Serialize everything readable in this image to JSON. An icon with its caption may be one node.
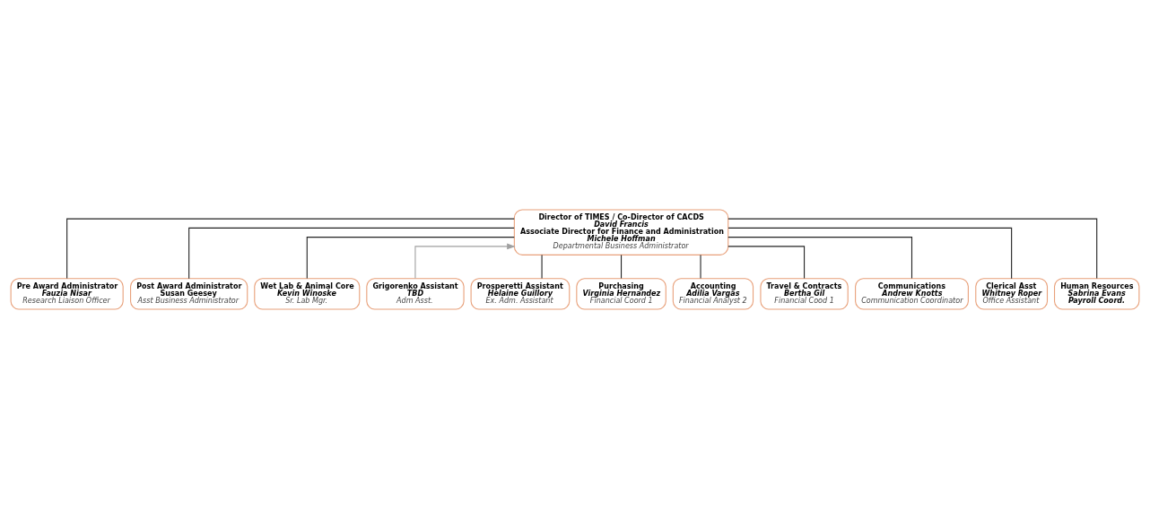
{
  "diagram": {
    "nodes": [
      {
        "text": [
          "Director of TIMES / Co-Director of CACDS",
          "David Francis",
          "Associate Director for Finance and Administration",
          "Michele Hoffman",
          "Departmental Business Administrator"
        ]
      },
      {
        "text": [
          "Pre Award Administrator",
          "Fauzia Nisar",
          "Research Liaison Officer"
        ]
      },
      {
        "text": [
          "Post Award Administrator",
          "Susan Geesey",
          "Asst Business Administrator"
        ]
      },
      {
        "text": [
          "Wet Lab & Animal Core",
          "Kevin Winoske",
          "Sr. Lab Mgr."
        ]
      },
      {
        "text": [
          "Grigorenko Assistant",
          "TBD",
          "Adm Asst."
        ]
      },
      {
        "text": [
          "Prosperetti Assistant",
          "Helaine Guillory",
          "Ex. Adm. Assistant"
        ]
      },
      {
        "text": [
          "Purchasing",
          "Virginia Hernandez",
          "Financial Coord 1"
        ]
      },
      {
        "text": [
          "Accounting",
          "Adilia Vargas",
          "Financial Analyst 2"
        ]
      },
      {
        "text": [
          "Travel & Contracts",
          "Bertha Gil",
          "Financial Cood 1"
        ]
      },
      {
        "text": [
          "Communications",
          "Andrew Knotts",
          "Communication Coordinator"
        ]
      },
      {
        "text": [
          "Clerical Asst",
          "Whitney Roper",
          "Office Assistant"
        ]
      },
      {
        "text": [
          "Human Resources",
          "Sabrina Evans",
          "Payroll Coord."
        ]
      }
    ],
    "edges": [
      {
        "from": 0,
        "to": 1,
        "arrow": "none"
      },
      {
        "from": 0,
        "to": 2,
        "arrow": "none"
      },
      {
        "from": 0,
        "to": 3,
        "arrow": "none"
      },
      {
        "from": 4,
        "to": 0,
        "arrow": "to",
        "color": "#a0a0a0"
      },
      {
        "from": 0,
        "to": 5,
        "arrow": "none"
      },
      {
        "from": 0,
        "to": 6,
        "arrow": "none"
      },
      {
        "from": 0,
        "to": 7,
        "arrow": "none"
      },
      {
        "from": 0,
        "to": 8,
        "arrow": "none"
      },
      {
        "from": 0,
        "to": 9,
        "arrow": "none"
      },
      {
        "from": 0,
        "to": 10,
        "arrow": "none"
      },
      {
        "from": 0,
        "to": 11,
        "arrow": "none"
      }
    ]
  }
}
